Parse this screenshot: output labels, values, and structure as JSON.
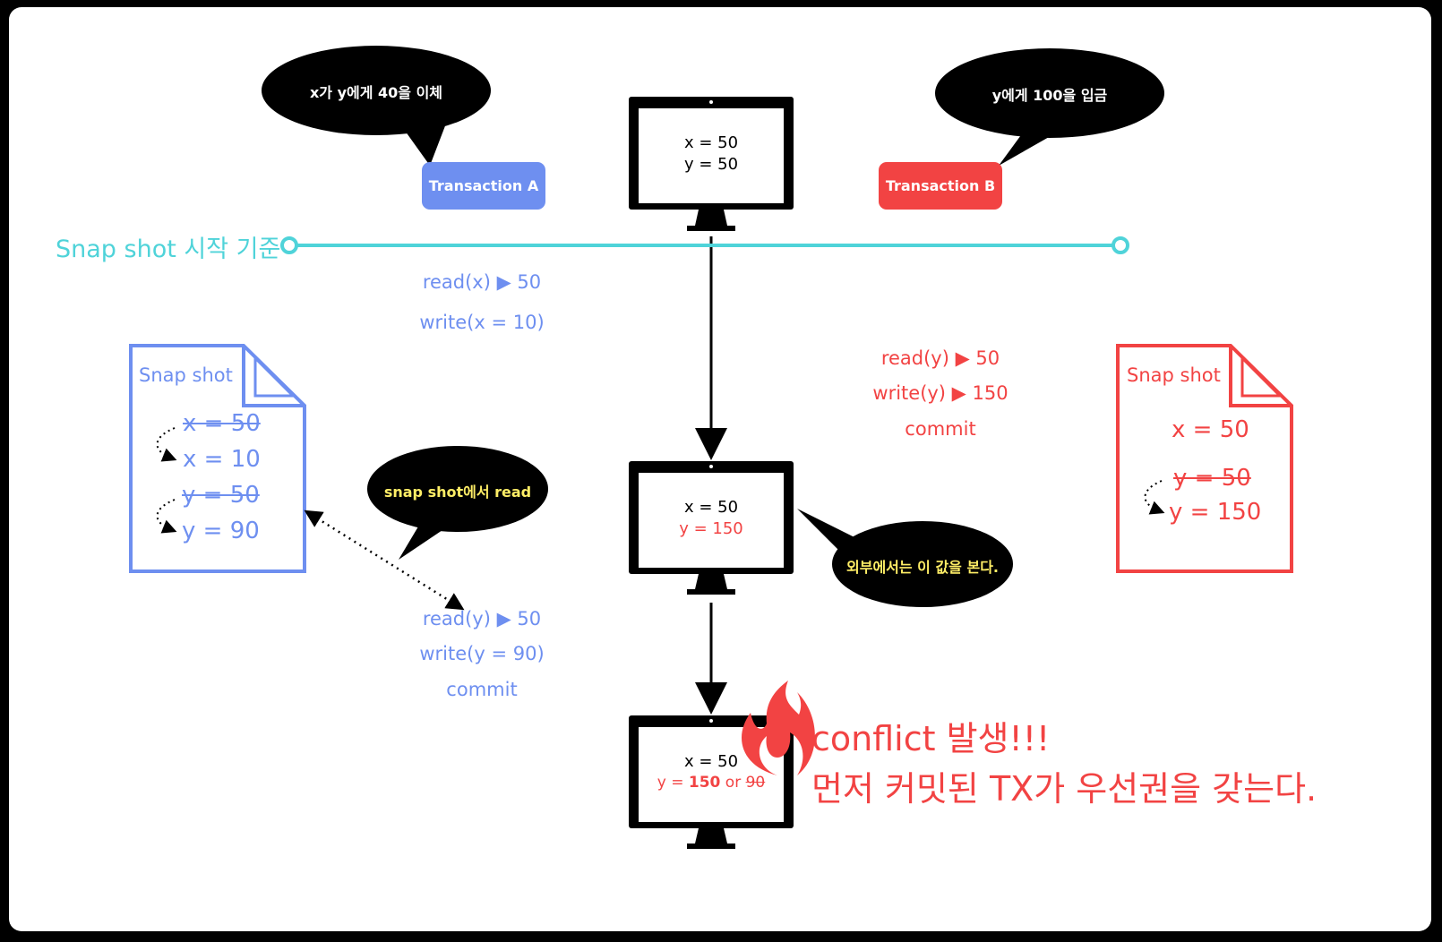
{
  "bubbles": {
    "tx_a": "x가 y에게 40을 이체",
    "tx_b": "y에게 100을 입금",
    "snapshot_read": "snap shot에서 read",
    "external_view": "외부에서는 이 값을 본다."
  },
  "transactions": {
    "a_label": "Transaction A",
    "b_label": "Transaction B"
  },
  "timeline": {
    "label": "Snap shot 시작 기준"
  },
  "monitors": {
    "top": {
      "line1": "x = 50",
      "line2": "y = 50"
    },
    "middle": {
      "line1": "x = 50",
      "line2": "y = 150"
    },
    "bottom": {
      "line1": "x = 50",
      "prefix": "y = ",
      "value_bold": "150",
      "or_text": " or ",
      "value_struck": "90"
    }
  },
  "tx_a_steps": {
    "read_x": "read(x) ▶ 50",
    "write_x": "write(x = 10)",
    "read_y": "read(y) ▶ 50",
    "write_y": "write(y = 90)",
    "commit": "commit"
  },
  "tx_b_steps": {
    "read_y": "read(y) ▶ 50",
    "write_y": "write(y) ▶ 150",
    "commit": "commit"
  },
  "snapshot_a": {
    "title": "Snap shot",
    "x_old": "x = 50",
    "x_new": "x = 10",
    "y_old": "y = 50",
    "y_new": "y = 90"
  },
  "snapshot_b": {
    "title": "Snap shot",
    "x": "x = 50",
    "y_old": "y = 50",
    "y_new": "y = 150"
  },
  "conflict": {
    "line1": "conflict 발생!!!",
    "line2": "먼저 커밋된 TX가 우선권을 갖는다."
  },
  "colors": {
    "blue": "#6e8ff0",
    "red": "#f24343",
    "teal": "#4fd3d9",
    "black": "#000000",
    "yellow": "#ffee66"
  }
}
